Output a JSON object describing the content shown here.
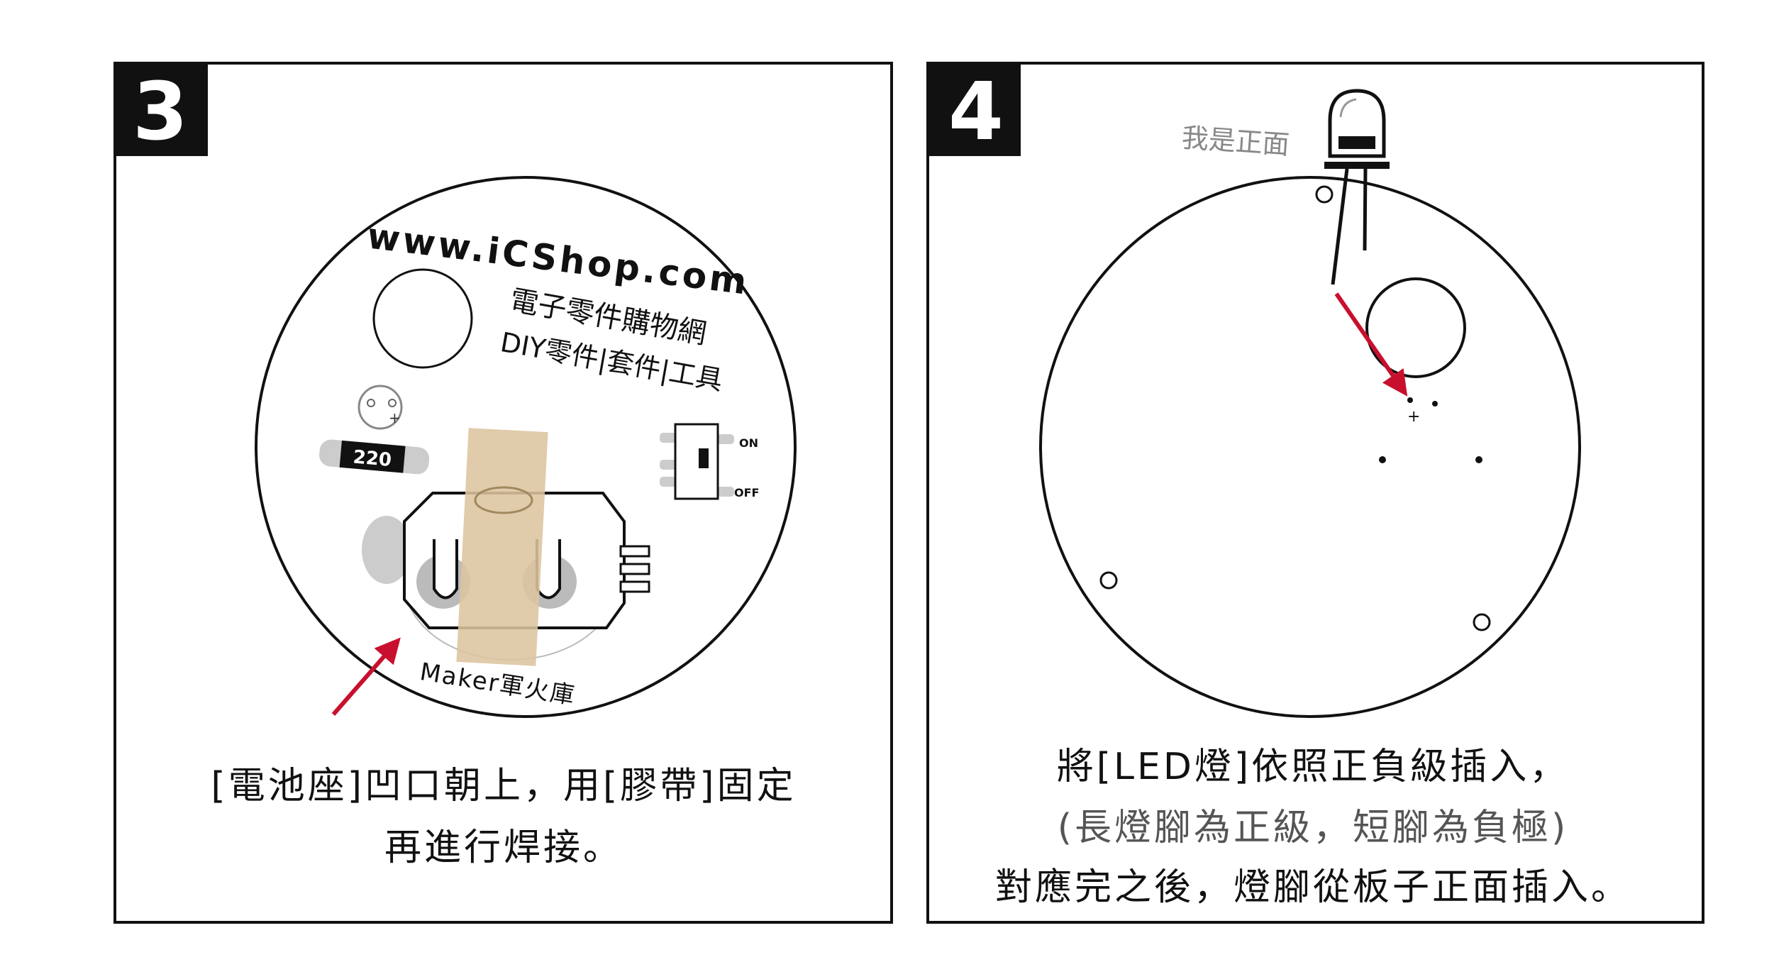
{
  "step3": {
    "number": "3",
    "disk": {
      "url": "www.iCShop.com",
      "tagline": "電子零件購物網",
      "categories": "DIY零件|套件|工具",
      "brand": "Maker軍火庫",
      "resistor_label": "220",
      "switch_on": "ON",
      "switch_off": "OFF"
    },
    "caption_line1": "[電池座]凹口朝上，用[膠帶]固定",
    "caption_line2": "再進行焊接。"
  },
  "step4": {
    "number": "4",
    "led_label": "我是正面",
    "caption_line1": "將[LED燈]依照正負級插入，",
    "caption_line2": "(長燈腳為正級，短腳為負極)",
    "caption_line3": "對應完之後，燈腳從板子正面插入。"
  },
  "colors": {
    "arrow": "#c8102e",
    "tape": "#dcc49e",
    "border": "#111111"
  }
}
